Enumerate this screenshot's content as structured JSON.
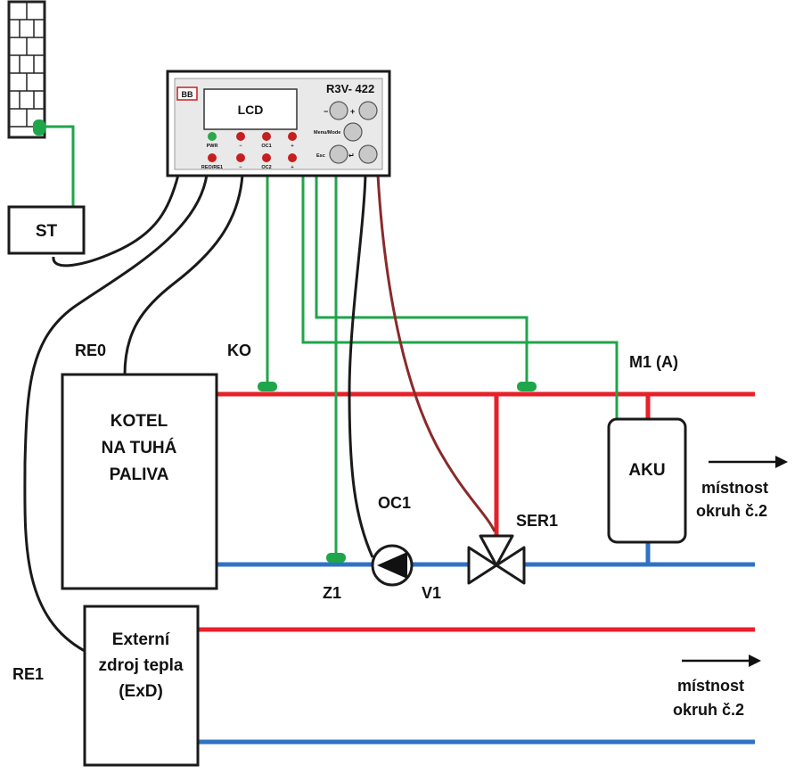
{
  "controller": {
    "model": "R3V- 422",
    "display_label": "LCD",
    "logo": "BB",
    "led_labels": [
      "PWR",
      "OC1",
      "REO/RE1",
      "OC2"
    ],
    "pm_labels": [
      "−",
      "+",
      "−",
      "+"
    ],
    "button_labels": {
      "minus": "−",
      "plus": "+",
      "menu": "Menu/Mode",
      "esc": "Esc",
      "enter": "↵"
    }
  },
  "labels": {
    "st": "ST",
    "re0": "RE0",
    "re1": "RE1",
    "ko": "KO",
    "m1": "M1 (A)",
    "oc1": "OC1",
    "ser1": "SER1",
    "z1": "Z1",
    "v1": "V1",
    "aku": "AKU",
    "boiler": [
      "KOTEL",
      "NA TUHÁ",
      "PALIVA"
    ],
    "external": [
      "Externí",
      "zdroj tepla",
      "(ExD)"
    ],
    "room1": [
      "místnost",
      "okruh č.2"
    ],
    "room2": [
      "místnost",
      "okruh č.2"
    ]
  },
  "colors": {
    "supply_pipe": "#e8202a",
    "return_pipe": "#2f72c4",
    "sensor_wire": "#1fa54a",
    "signal_wire": "#1a1a1a",
    "valve_wire": "#8a2a2a",
    "led_green": "#2aa84a",
    "led_red": "#c42020"
  }
}
